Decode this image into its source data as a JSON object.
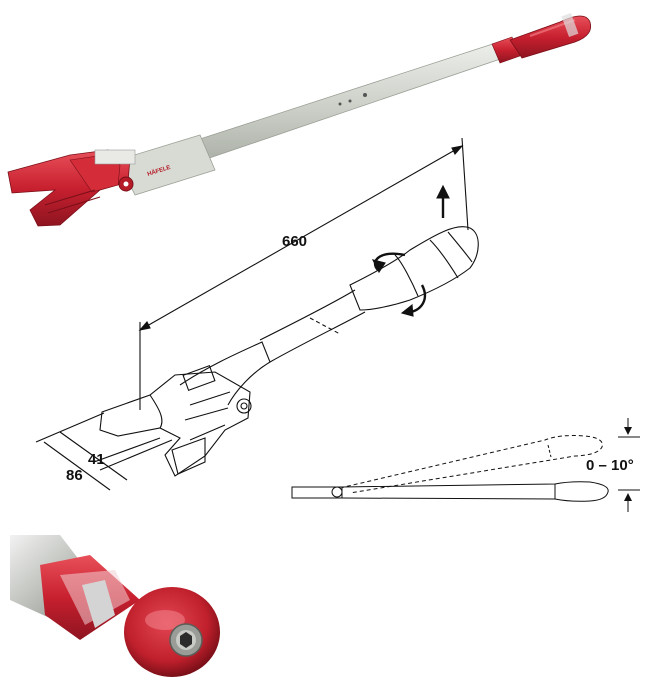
{
  "product": {
    "brand_mark": "HÄFELE"
  },
  "dimensions": {
    "overall_length": "660",
    "jaw_width_outer": "86",
    "jaw_width_inner": "41",
    "tilt_angle": "0 – 10°"
  },
  "colors": {
    "accent_red": "#c8202f",
    "dark_red": "#8e1420",
    "shaft_grey": "#cfd3cc",
    "line": "#111111"
  }
}
